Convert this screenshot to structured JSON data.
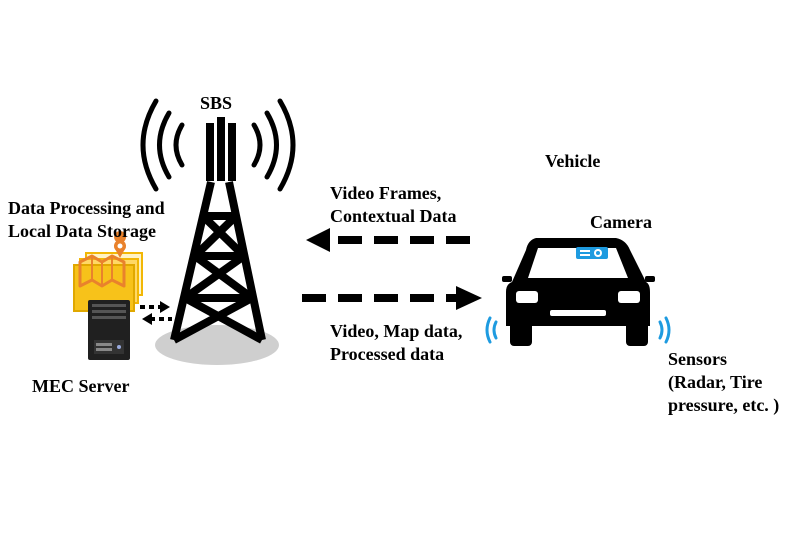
{
  "colors": {
    "ink": "#000000",
    "signal_blue": "#1e9be0",
    "folder_gold": "#f2b705",
    "folder_orange": "#e9822c",
    "shadow_gray": "#cfcfcf",
    "server_dark": "#202020"
  },
  "labels": {
    "sbs": "SBS",
    "vehicle": "Vehicle",
    "camera": "Camera",
    "data_processing": [
      "Data Processing and",
      "Local Data Storage"
    ],
    "mec_server": "MEC Server",
    "uplink": [
      "Video Frames,",
      "Contextual Data"
    ],
    "downlink": [
      "Video, Map data,",
      "Processed data"
    ],
    "sensors": [
      "Sensors",
      "(Radar, Tire",
      "pressure, etc. )"
    ]
  },
  "icons": {
    "tower": "cell-tower-icon",
    "server": "server-icon",
    "folders": "map-folder-icon",
    "car": "car-icon",
    "camera": "projector-camera-icon",
    "sensor_waves": "sensor-wave-icon"
  }
}
